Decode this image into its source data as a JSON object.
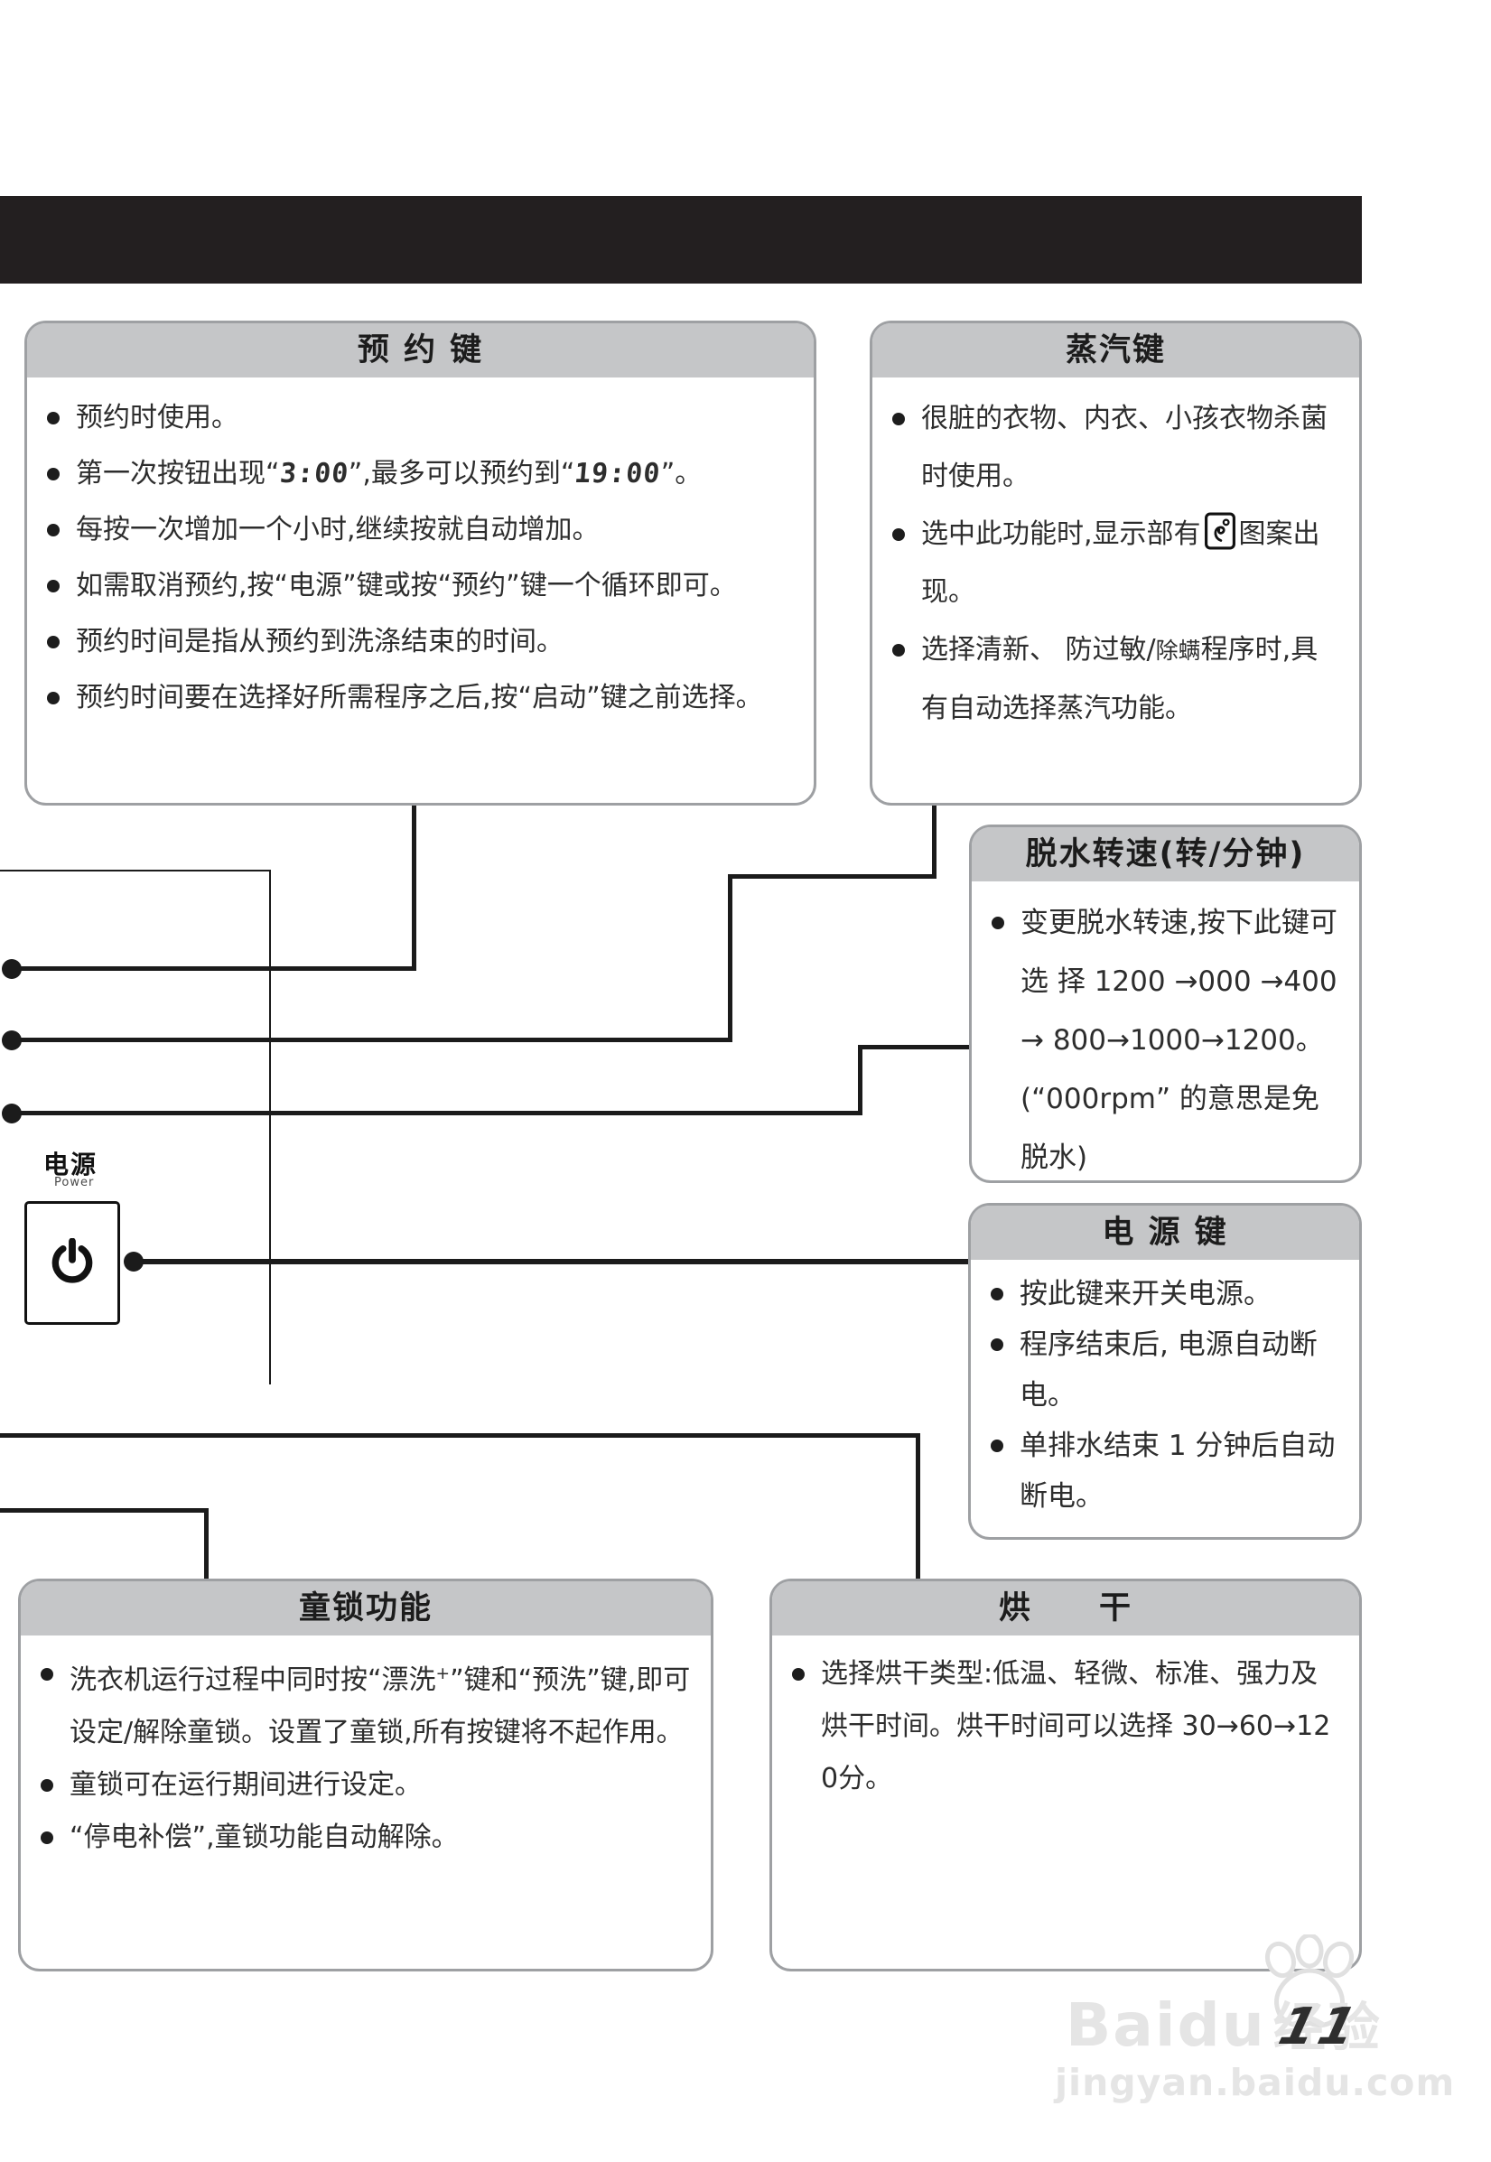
{
  "boxes": {
    "reserve": {
      "title": "预 约 键",
      "bullets": [
        "预约时使用。",
        [
          {
            "t": "text",
            "v": "第一次按钮出现“"
          },
          {
            "t": "seg",
            "v": "3:00"
          },
          {
            "t": "text",
            "v": "”,最多可以预约到“"
          },
          {
            "t": "seg",
            "v": "19:00"
          },
          {
            "t": "text",
            "v": "”。"
          }
        ],
        "每按一次增加一个小时,继续按就自动增加。",
        "如需取消预约,按“电源”键或按“预约”键一个循环即可。",
        "预约时间是指从预约到洗涤结束的时间。",
        "预约时间要在选择好所需程序之后,按“启动”键之前选择。"
      ]
    },
    "steam": {
      "title": "蒸汽键",
      "bullets": [
        "很脏的衣物、内衣、小孩衣物杀菌时使用。",
        [
          {
            "t": "text",
            "v": "选中此功能时,显示部有"
          },
          {
            "t": "icon",
            "v": "steam"
          },
          {
            "t": "text",
            "v": "图案出现。"
          }
        ],
        [
          {
            "t": "text",
            "v": "选择清新、 防过敏/"
          },
          {
            "t": "small",
            "v": "除螨"
          },
          {
            "t": "text",
            "v": "程序时,具有自动选择蒸汽功能。"
          }
        ]
      ]
    },
    "spin": {
      "title": "脱水转速(转/分钟)",
      "bullets": [
        "变更脱水转速,按下此键可选 择 1200 →000 →400 → 800→1000→1200。(“000rpm” 的意思是免脱水)"
      ]
    },
    "power": {
      "title": "电 源 键",
      "bullets": [
        "按此键来开关电源。",
        "程序结束后, 电源自动断电。",
        "单排水结束 1 分钟后自动断电。"
      ]
    },
    "childlock": {
      "title": "童锁功能",
      "bullets": [
        [
          {
            "t": "text",
            "v": "洗衣机运行过程中同时按“漂洗"
          },
          {
            "t": "sup",
            "v": "+"
          },
          {
            "t": "text",
            "v": "”键和“预洗”键,即可设定/解除童锁。设置了童锁,所有按键将不起作用。"
          }
        ],
        "童锁可在运行期间进行设定。",
        "“停电补偿”,童锁功能自动解除。"
      ]
    },
    "dry": {
      "title": "烘　　干",
      "bullets": [
        "选择烘干类型:低温、轻微、标准、强力及烘干时间。烘干时间可以选择 30→60→120分。"
      ]
    }
  },
  "power_control": {
    "label_cn": "电源",
    "label_en": "Power"
  },
  "watermark": {
    "brand": "Baidu",
    "brand_cn": "经验",
    "url": "jingyan.baidu.com",
    "page_number": "11"
  },
  "colors": {
    "header_bar": "#231f20",
    "box_header_fill": "#c5c6c8",
    "box_border": "#9ea0a3",
    "line": "#1b1b1b",
    "watermark": "#e5e5e5"
  }
}
